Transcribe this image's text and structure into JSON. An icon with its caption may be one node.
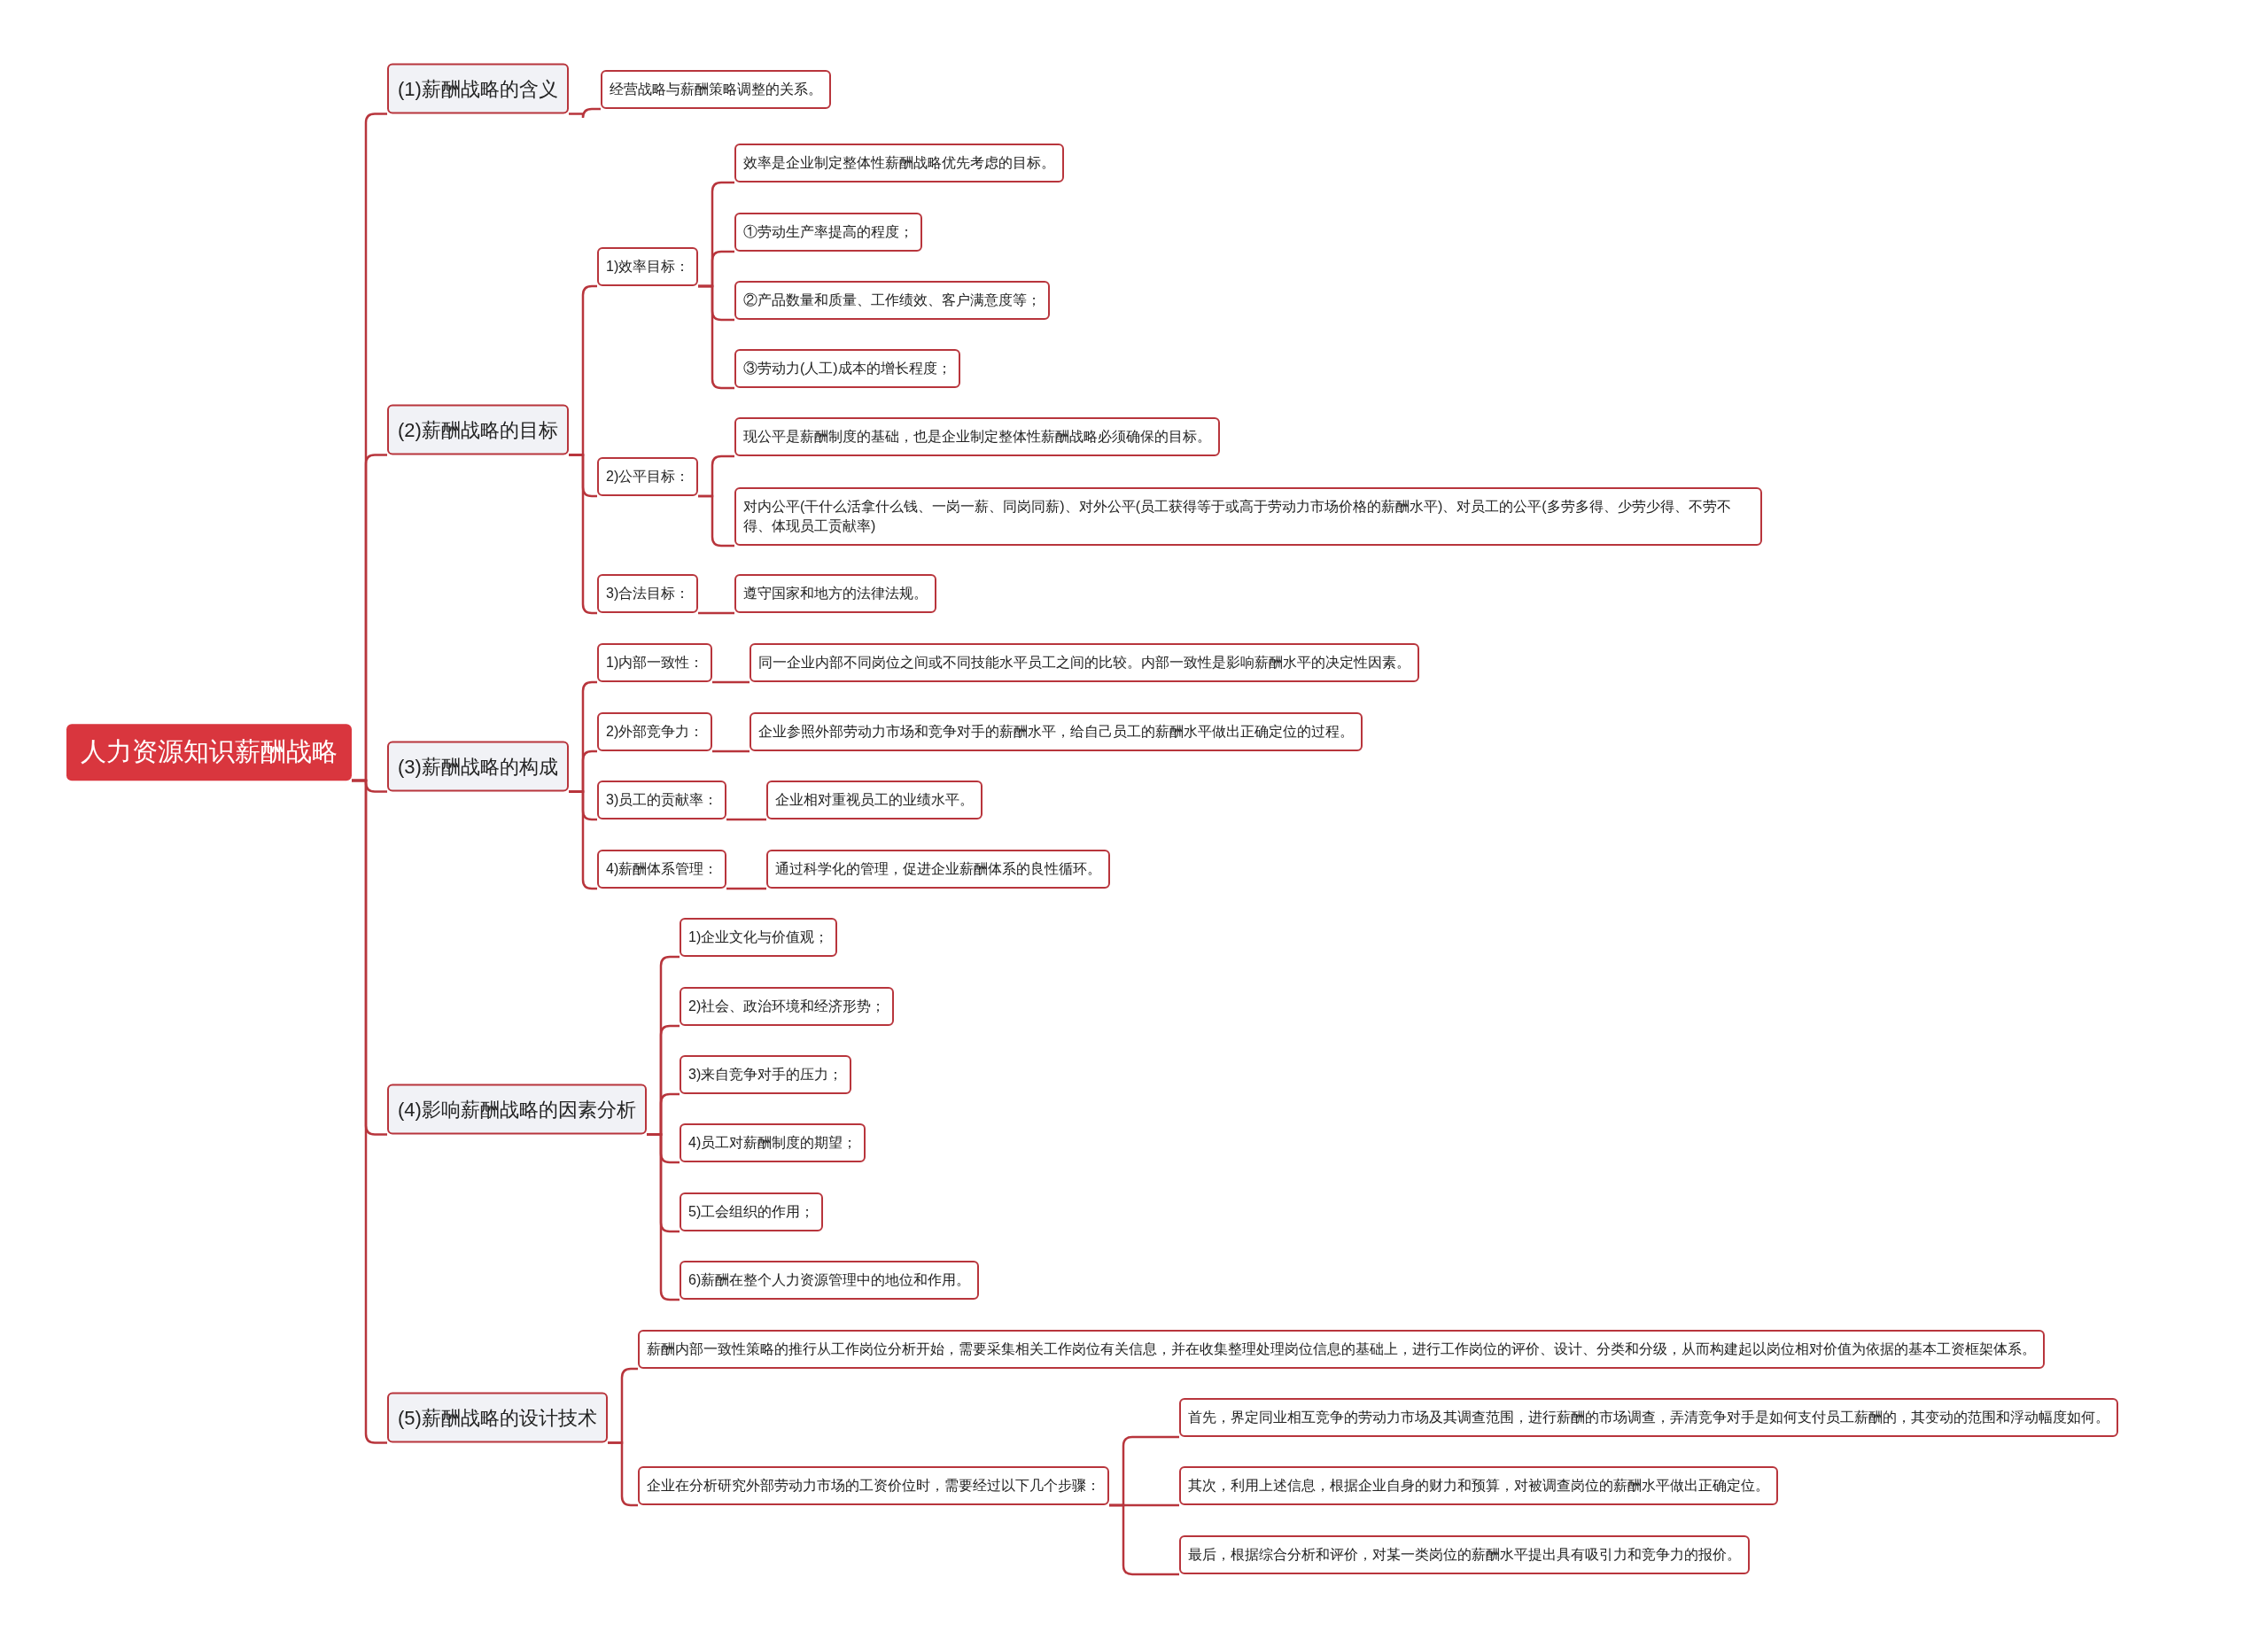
{
  "diagram": {
    "nodes": [
      {
        "text": [
          "人力资源知识薪酬战略"
        ]
      },
      {
        "text": [
          "(1)薪酬战略的含义"
        ]
      },
      {
        "text": [
          "经营战略与薪酬策略调整的关系。"
        ]
      },
      {
        "text": [
          "(2)薪酬战略的目标"
        ]
      },
      {
        "text": [
          "1)效率目标："
        ]
      },
      {
        "text": [
          "效率是企业制定整体性薪酬战略优先考虑的目标。"
        ]
      },
      {
        "text": [
          "①劳动生产率提高的程度；"
        ]
      },
      {
        "text": [
          "②产品数量和质量、工作绩效、客户满意度等；"
        ]
      },
      {
        "text": [
          "③劳动力(人工)成本的增长程度；"
        ]
      },
      {
        "text": [
          "2)公平目标："
        ]
      },
      {
        "text": [
          "现公平是薪酬制度的基础，也是企业制定整体性薪酬战略必须确保的目标。"
        ]
      },
      {
        "text": [
          "对内公平(干什么活拿什么钱、一岗一薪、同岗同薪)、对外公平(员工获得等于或高于劳动力市场价格的薪酬水平)、对员工的公平(多劳多得、少劳少得、不劳不得、体现员工贡献率)"
        ]
      },
      {
        "text": [
          "3)合法目标："
        ]
      },
      {
        "text": [
          "遵守国家和地方的法律法规。"
        ]
      },
      {
        "text": [
          "(3)薪酬战略的构成"
        ]
      },
      {
        "text": [
          "1)内部一致性："
        ]
      },
      {
        "text": [
          "同一企业内部不同岗位之间或不同技能水平员工之间的比较。内部一致性是影响薪酬水平的决定性因素。"
        ]
      },
      {
        "text": [
          "2)外部竞争力："
        ]
      },
      {
        "text": [
          "企业参照外部劳动力市场和竞争对手的薪酬水平，给自己员工的薪酬水平做出正确定位的过程。"
        ]
      },
      {
        "text": [
          "3)员工的贡献率："
        ]
      },
      {
        "text": [
          "企业相对重视员工的业绩水平。"
        ]
      },
      {
        "text": [
          "4)薪酬体系管理："
        ]
      },
      {
        "text": [
          "通过科学化的管理，促进企业薪酬体系的良性循环。"
        ]
      },
      {
        "text": [
          "(4)影响薪酬战略的因素分析"
        ]
      },
      {
        "text": [
          "1)企业文化与价值观；"
        ]
      },
      {
        "text": [
          "2)社会、政治环境和经济形势；"
        ]
      },
      {
        "text": [
          "3)来自竞争对手的压力；"
        ]
      },
      {
        "text": [
          "4)员工对薪酬制度的期望；"
        ]
      },
      {
        "text": [
          "5)工会组织的作用；"
        ]
      },
      {
        "text": [
          "6)薪酬在整个人力资源管理中的地位和作用。"
        ]
      },
      {
        "text": [
          "(5)薪酬战略的设计技术"
        ]
      },
      {
        "text": [
          "薪酬内部一致性策略的推行从工作岗位分析开始，需要采集相关工作岗位有关信息，并在收集整理处理岗位信息的基础上，进行工作岗位的评价、设计、分类和分级，从而构建起以岗位相对价值为依据的基本工资框架体系。"
        ]
      },
      {
        "text": [
          "企业在分析研究外部劳动力市场的工资价位时，需要经过以下几个步骤："
        ]
      },
      {
        "text": [
          "首先，界定同业相互竞争的劳动力市场及其调查范围，进行薪酬的市场调查，弄清竞争对手是如何支付员工薪酬的，其变动的范围和浮动幅度如何。"
        ]
      },
      {
        "text": [
          "其次，利用上述信息，根据企业自身的财力和预算，对被调查岗位的薪酬水平做出正确定位。"
        ]
      },
      {
        "text": [
          "最后，根据综合分析和评价，对某一类岗位的薪酬水平提出具有吸引力和竞争力的报价。"
        ]
      }
    ],
    "edges": [
      {
        "from": 0,
        "to": 1,
        "arrow": "none"
      },
      {
        "from": 1,
        "to": 2,
        "arrow": "none"
      },
      {
        "from": 0,
        "to": 3,
        "arrow": "none"
      },
      {
        "from": 3,
        "to": 4,
        "arrow": "none"
      },
      {
        "from": 4,
        "to": 5,
        "arrow": "none"
      },
      {
        "from": 4,
        "to": 6,
        "arrow": "none"
      },
      {
        "from": 4,
        "to": 7,
        "arrow": "none"
      },
      {
        "from": 4,
        "to": 8,
        "arrow": "none"
      },
      {
        "from": 3,
        "to": 9,
        "arrow": "none"
      },
      {
        "from": 9,
        "to": 10,
        "arrow": "none"
      },
      {
        "from": 9,
        "to": 11,
        "arrow": "none"
      },
      {
        "from": 3,
        "to": 12,
        "arrow": "none"
      },
      {
        "from": 12,
        "to": 13,
        "arrow": "none"
      },
      {
        "from": 0,
        "to": 14,
        "arrow": "none"
      },
      {
        "from": 14,
        "to": 15,
        "arrow": "none"
      },
      {
        "from": 15,
        "to": 16,
        "arrow": "none"
      },
      {
        "from": 14,
        "to": 17,
        "arrow": "none"
      },
      {
        "from": 17,
        "to": 18,
        "arrow": "none"
      },
      {
        "from": 14,
        "to": 19,
        "arrow": "none"
      },
      {
        "from": 19,
        "to": 20,
        "arrow": "none"
      },
      {
        "from": 14,
        "to": 21,
        "arrow": "none"
      },
      {
        "from": 21,
        "to": 22,
        "arrow": "none"
      },
      {
        "from": 0,
        "to": 23,
        "arrow": "none"
      },
      {
        "from": 23,
        "to": 24,
        "arrow": "none"
      },
      {
        "from": 23,
        "to": 25,
        "arrow": "none"
      },
      {
        "from": 23,
        "to": 26,
        "arrow": "none"
      },
      {
        "from": 23,
        "to": 27,
        "arrow": "none"
      },
      {
        "from": 23,
        "to": 28,
        "arrow": "none"
      },
      {
        "from": 23,
        "to": 29,
        "arrow": "none"
      },
      {
        "from": 0,
        "to": 30,
        "arrow": "none"
      },
      {
        "from": 30,
        "to": 31,
        "arrow": "none"
      },
      {
        "from": 30,
        "to": 32,
        "arrow": "none"
      },
      {
        "from": 32,
        "to": 33,
        "arrow": "none"
      },
      {
        "from": 32,
        "to": 34,
        "arrow": "none"
      },
      {
        "from": 32,
        "to": 35,
        "arrow": "none"
      }
    ]
  }
}
